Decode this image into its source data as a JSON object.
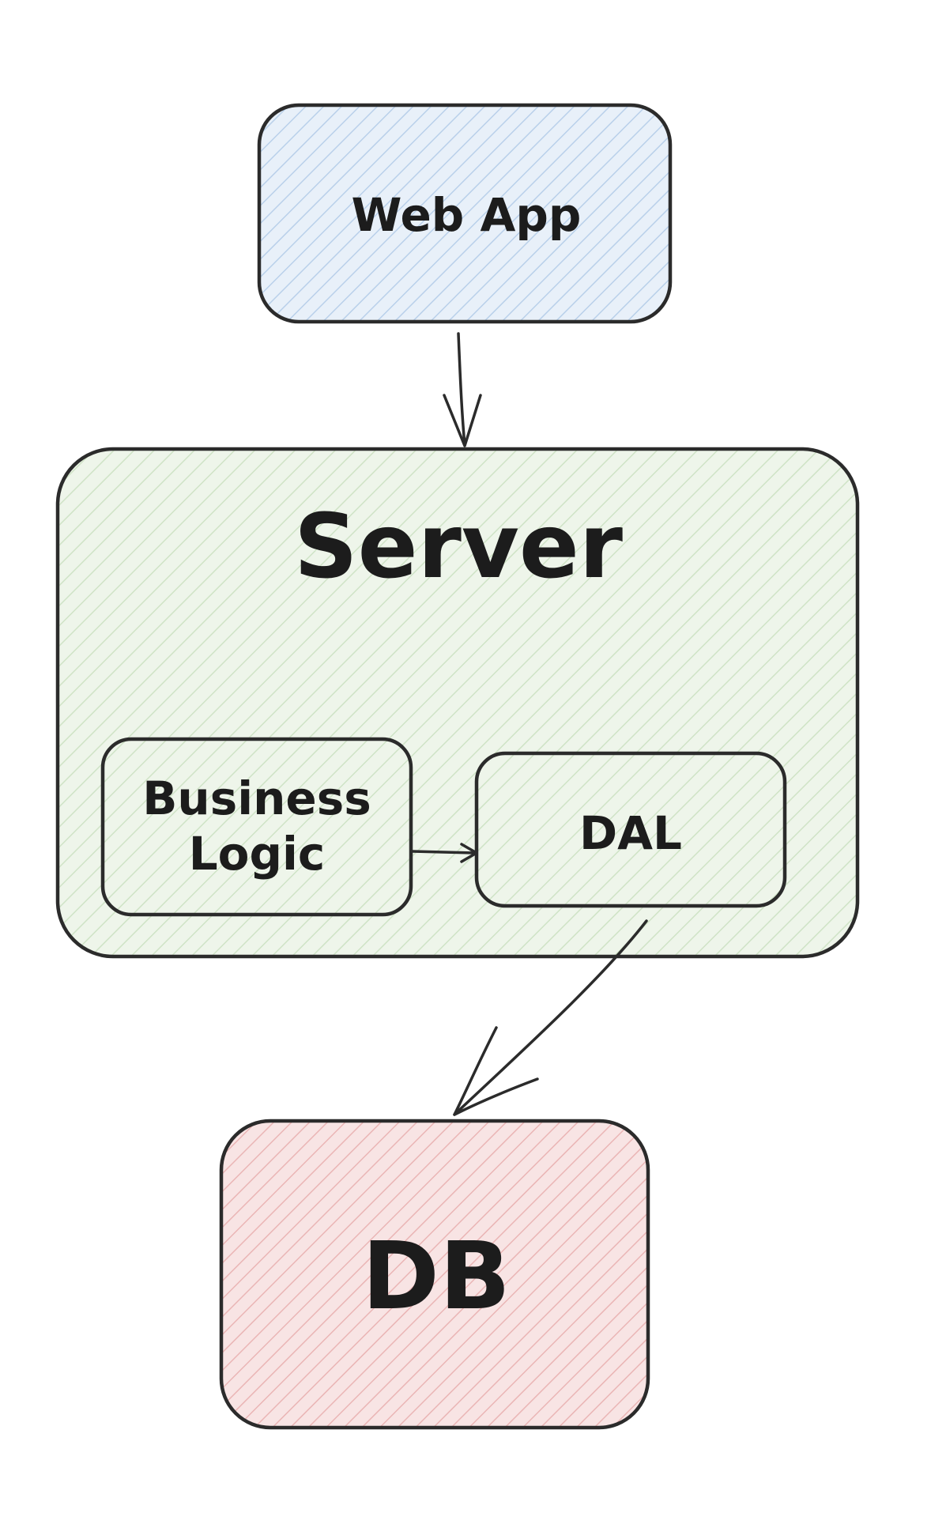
{
  "nodes": {
    "web_app": {
      "label": "Web App",
      "fill": "#e8f0f9",
      "hatch": "#b9d0ea"
    },
    "server": {
      "label": "Server",
      "fill": "#eef5ea",
      "hatch": "#cfe3c6"
    },
    "business_logic": {
      "label_line1": "Business",
      "label_line2": "Logic",
      "fill": "#eef5ea",
      "hatch": "#cfe3c6"
    },
    "dal": {
      "label": "DAL",
      "fill": "#eef5ea",
      "hatch": "#cfe3c6"
    },
    "db": {
      "label": "DB",
      "fill": "#f8e4e4",
      "hatch": "#eab5b5"
    }
  },
  "edges": [
    {
      "from": "Web App",
      "to": "Server"
    },
    {
      "from": "Business Logic",
      "to": "DAL"
    },
    {
      "from": "DAL",
      "to": "DB"
    }
  ]
}
